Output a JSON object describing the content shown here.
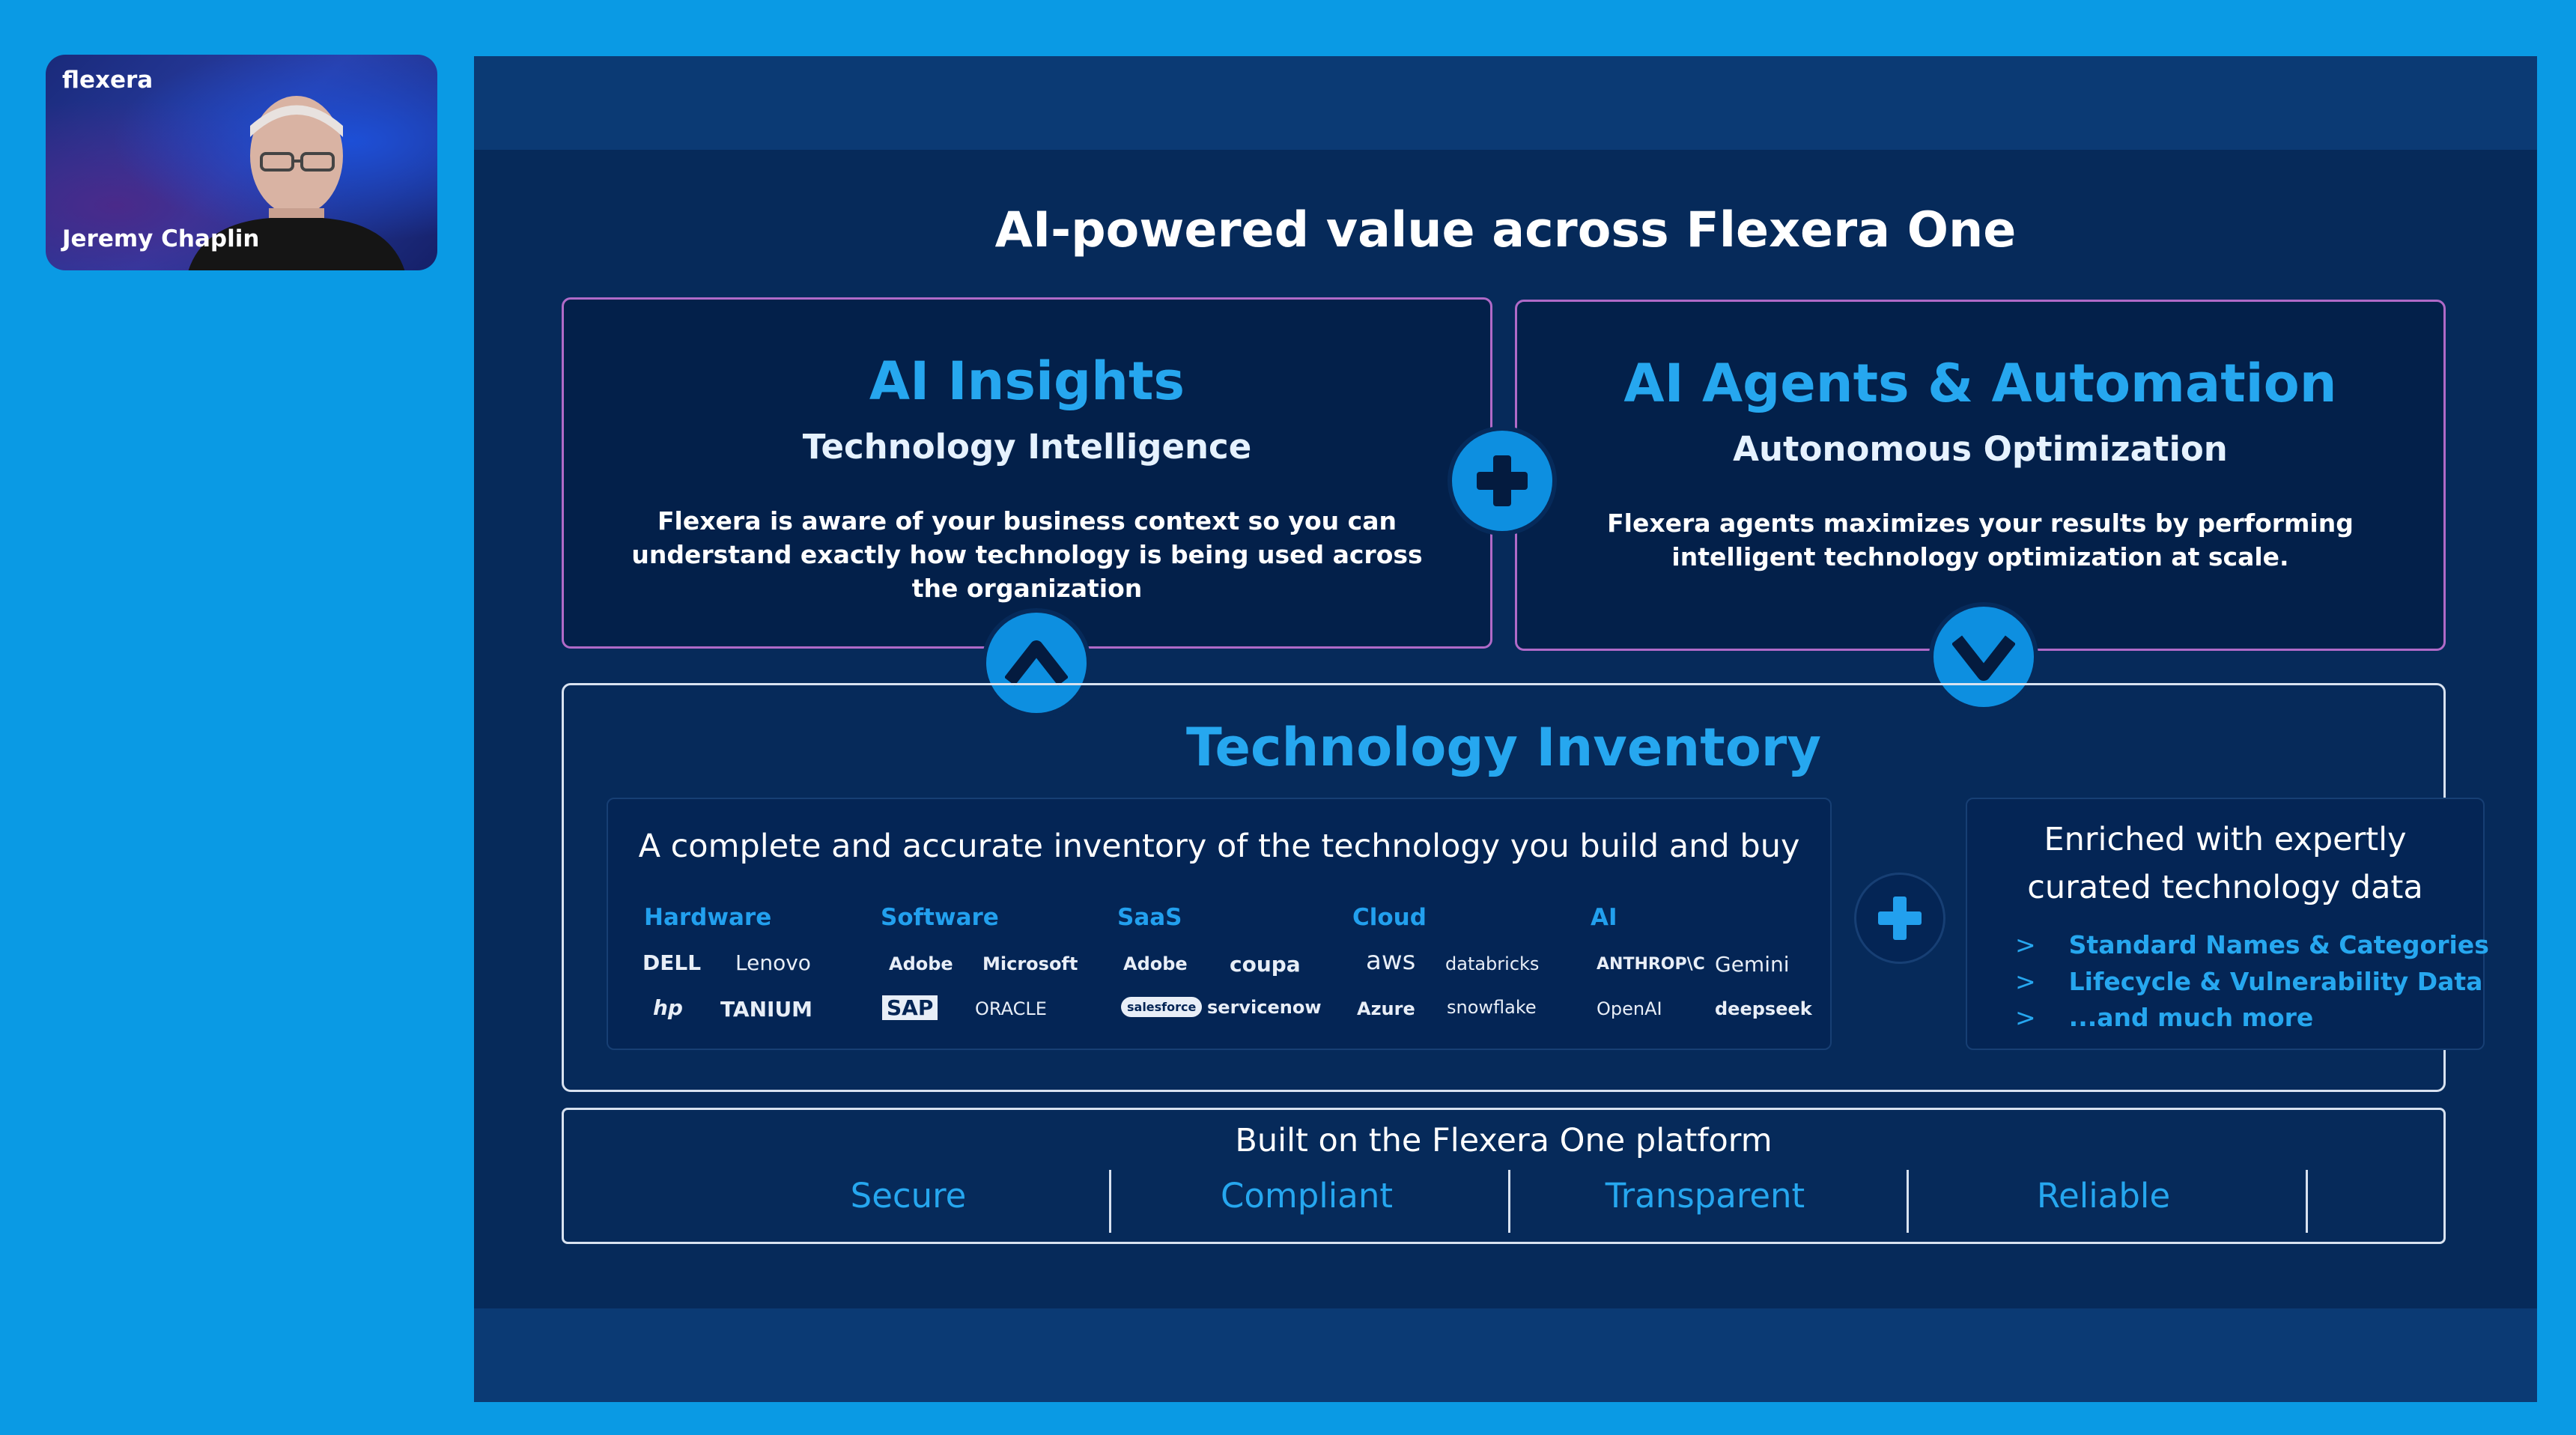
{
  "participant": {
    "brand": "flexera",
    "name": "Jeremy Chaplin"
  },
  "slide": {
    "title": "AI-powered value across Flexera One",
    "insights": {
      "heading": "AI Insights",
      "subheading": "Technology Intelligence",
      "body": "Flexera is aware of your business context so you can understand exactly how technology is being used across the organization"
    },
    "agents": {
      "heading": "AI Agents & Automation",
      "subheading": "Autonomous Optimization",
      "body": "Flexera agents maximizes your results by performing intelligent technology optimization at scale."
    },
    "inventory": {
      "heading": "Technology Inventory",
      "description": "A complete and accurate inventory of the technology you build and buy",
      "categories": [
        "Hardware",
        "Software",
        "SaaS",
        "Cloud",
        "AI"
      ],
      "logos": {
        "dell": "DELL",
        "lenovo": "Lenovo",
        "hp": "hp",
        "tanium": "TANIUM",
        "adobe": "Adobe",
        "microsoft": "Microsoft",
        "sap": "SAP",
        "oracle": "ORACLE",
        "adobe_saas": "Adobe",
        "coupa": "coupa",
        "salesforce": "salesforce",
        "servicenow": "servicenow",
        "aws": "aws",
        "databricks": "databricks",
        "azure": "Azure",
        "snowflake": "snowflake",
        "anthropic": "ANTHROP\\C",
        "gemini": "Gemini",
        "openai": "OpenAI",
        "deepseek": "deepseek"
      },
      "enriched": {
        "heading_line1": "Enriched with expertly",
        "heading_line2": "curated technology data",
        "arrow": ">",
        "items": [
          "Standard Names & Categories",
          "Lifecycle & Vulnerability Data",
          "...and much more"
        ]
      }
    },
    "platform": {
      "heading": "Built on the Flexera One platform",
      "pillars": [
        "Secure",
        "Compliant",
        "Transparent",
        "Reliable"
      ]
    }
  },
  "colors": {
    "background": "#0a9ae4",
    "slide": "#062a5a",
    "accent": "#26a7ef",
    "card_border": "#b06ac8"
  },
  "icons": [
    "plus-icon",
    "chevron-up-icon",
    "chevron-down-icon",
    "person-video"
  ]
}
